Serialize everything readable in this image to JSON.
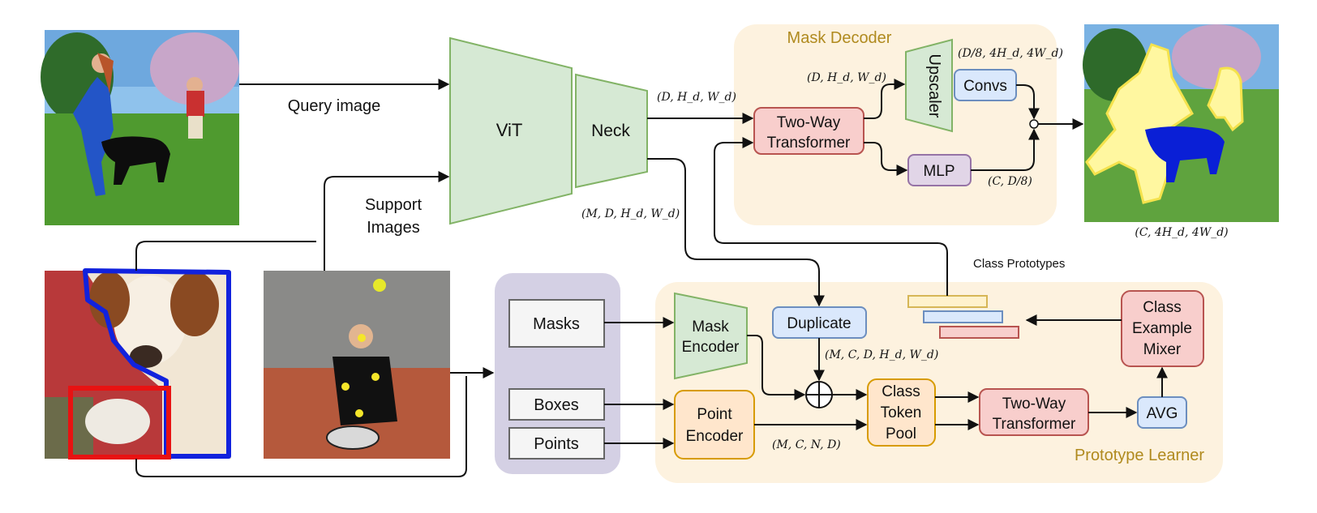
{
  "labels": {
    "query_image": "Query image",
    "support_line1": "Support",
    "support_line2": "Images",
    "vit": "ViT",
    "neck": "Neck",
    "mask_decoder": "Mask Decoder",
    "two_way_1": "Two-Way",
    "two_way_2": "Transformer",
    "upscaler": "Upscaler",
    "convs": "Convs",
    "mlp": "MLP",
    "class_prototypes": "Class Prototypes",
    "masks": "Masks",
    "boxes": "Boxes",
    "points": "Points",
    "mask_enc_1": "Mask",
    "mask_enc_2": "Encoder",
    "point_enc_1": "Point",
    "point_enc_2": "Encoder",
    "duplicate": "Duplicate",
    "ctp_1": "Class",
    "ctp_2": "Token",
    "ctp_3": "Pool",
    "avg": "AVG",
    "cem_1": "Class",
    "cem_2": "Example",
    "cem_3": "Mixer",
    "prototype_learner": "Prototype Learner"
  },
  "shapes": {
    "dim_neck_out": "(D, H_d, W_d)",
    "dim_decoder_in": "(D, H_d, W_d)",
    "dim_upscaler_out": "(D/8, 4H_d, 4W_d)",
    "dim_mlp_out": "(C, D/8)",
    "dim_output": "(C, 4H_d, 4W_d)",
    "dim_support_feat": "(M, D, H_d, W_d)",
    "dim_duplicate_out": "(M, C, D, H_d, W_d)",
    "dim_point_enc_out": "(M, C, N, D)"
  },
  "colors": {
    "green_fill": "#d6e9d4",
    "green_stroke": "#82b366",
    "red_fill": "#f8cecc",
    "red_stroke": "#b85450",
    "blue_fill": "#dae8fc",
    "blue_stroke": "#6c8ebf",
    "purple_fill": "#e1d5e7",
    "purple_stroke": "#9673a6",
    "orange_fill": "#ffe6cc",
    "orange_stroke": "#d79b00",
    "panel_fill": "#fdf2df",
    "input_panel": "#d4d0e4",
    "yellow_fill": "#fff2cc",
    "yellow_stroke": "#d6b656",
    "gray_fill": "#f5f5f5",
    "gray_stroke": "#666666",
    "mask_yellow": "#fff7a0",
    "mask_blue": "#0a1fd6"
  }
}
